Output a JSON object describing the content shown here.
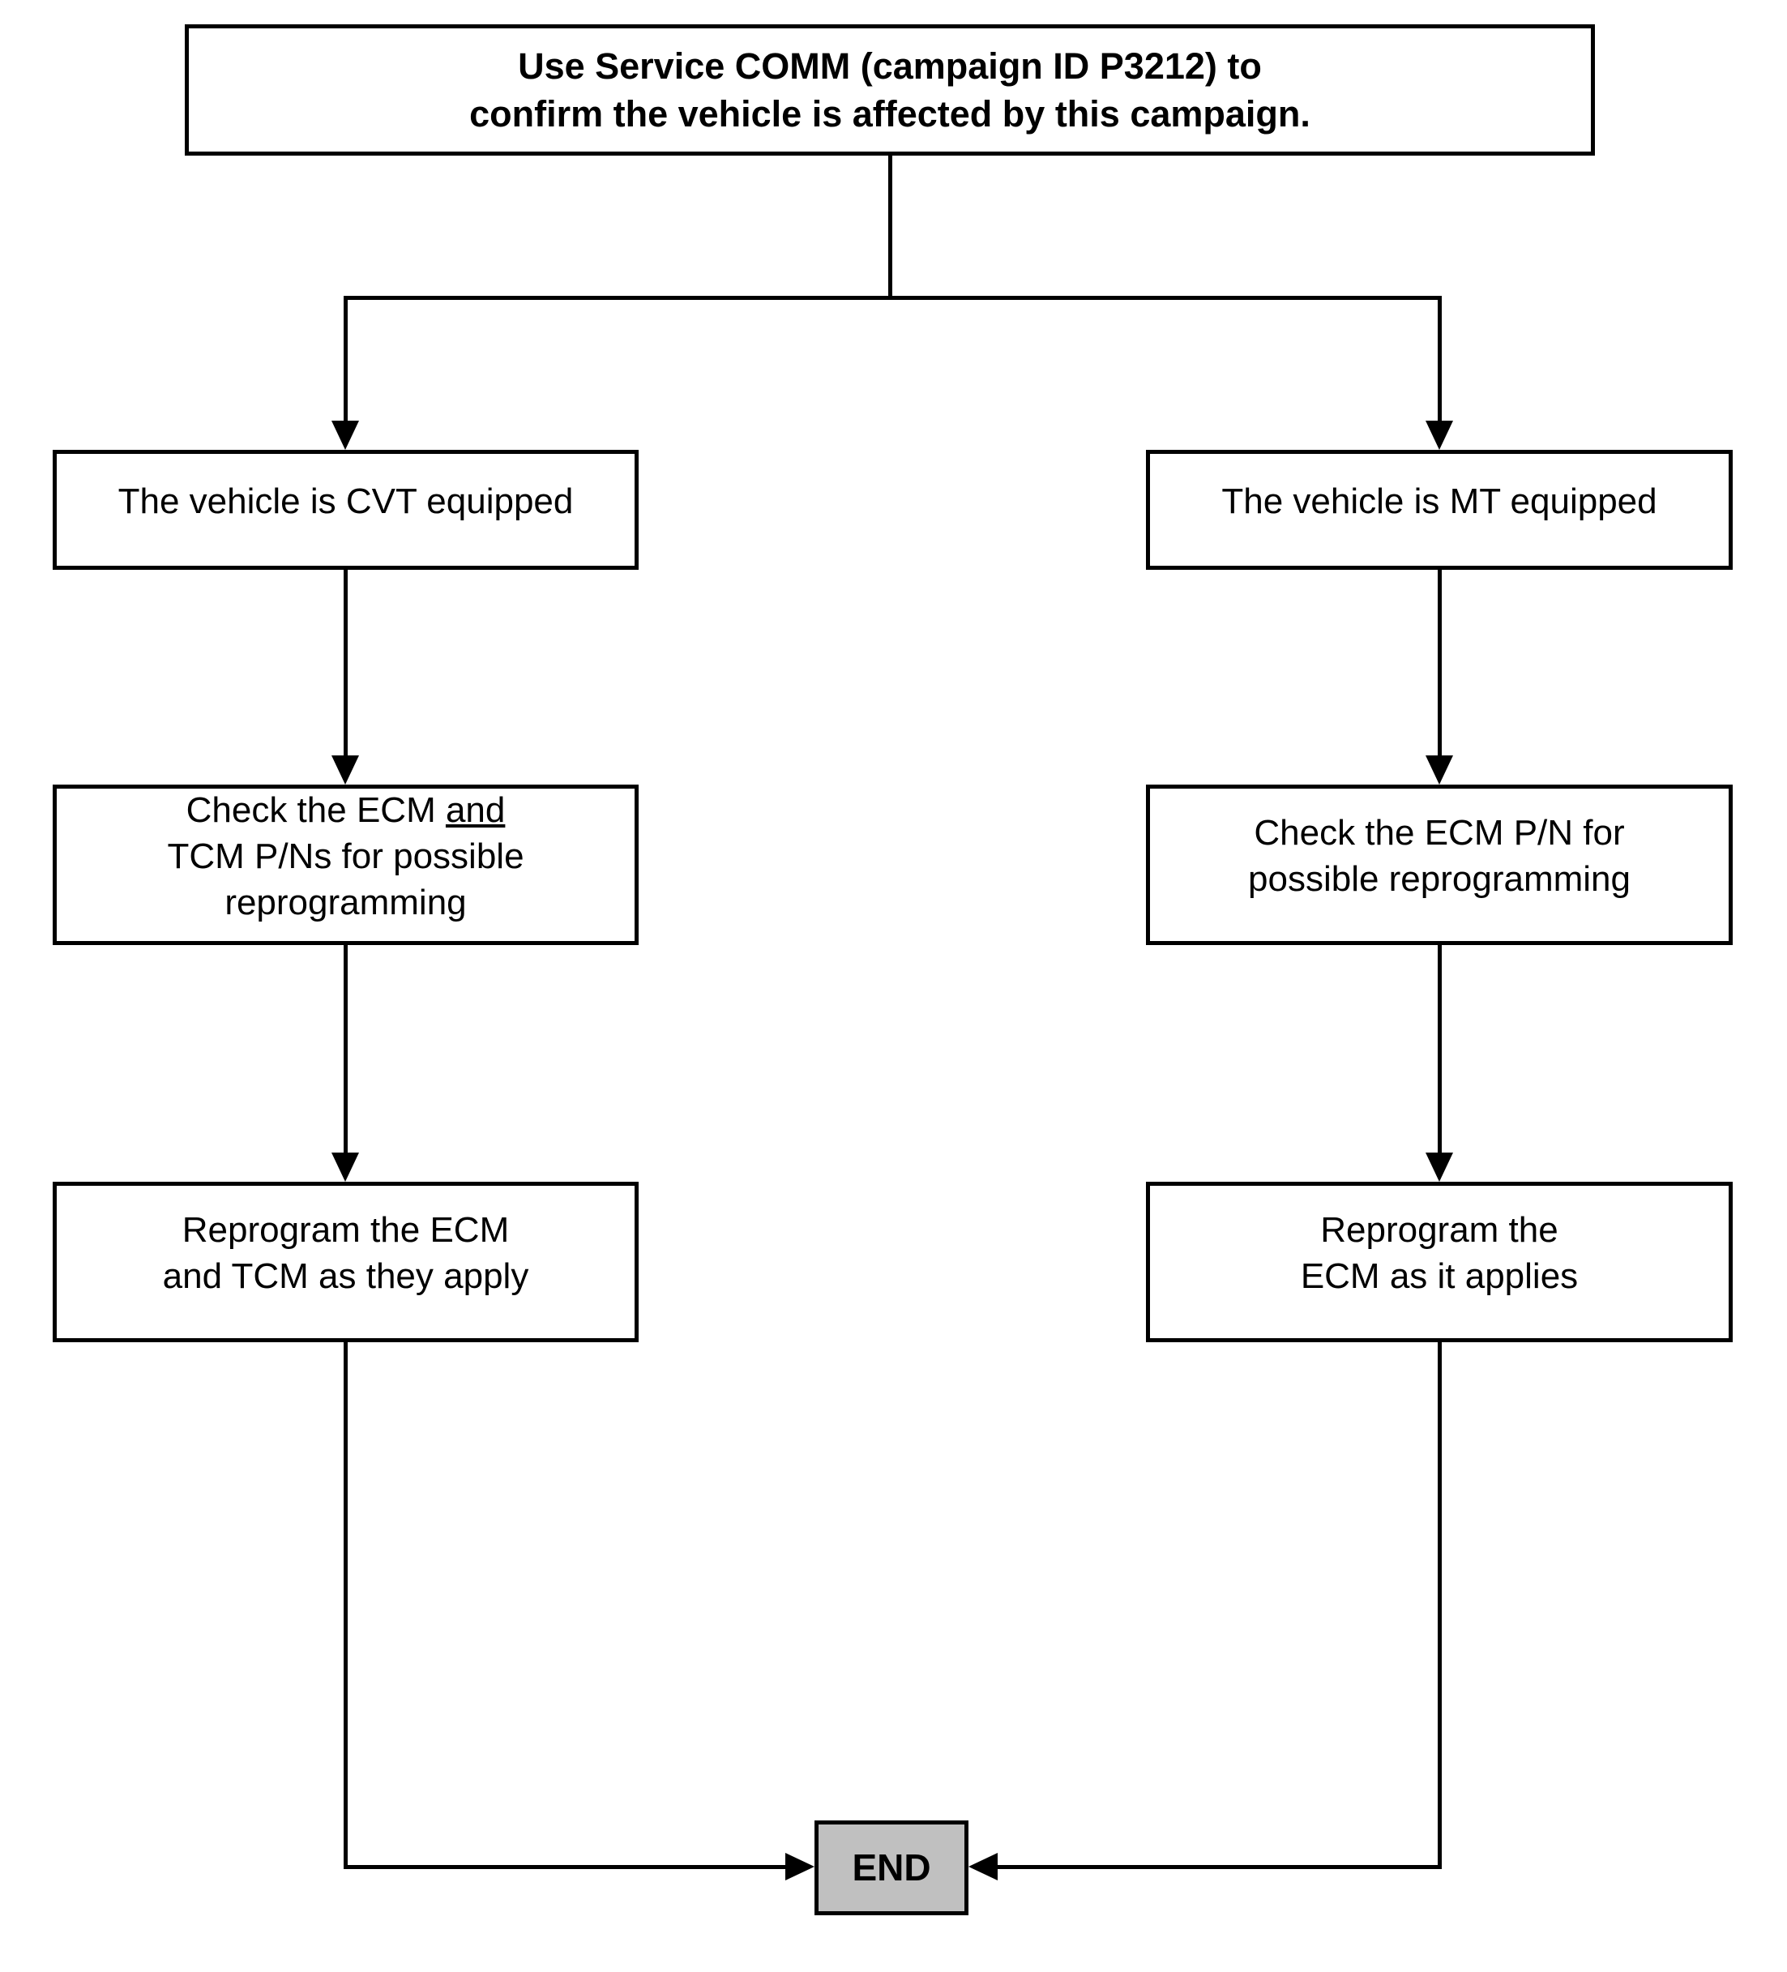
{
  "colors": {
    "line": "#000000",
    "box_fill": "#ffffff",
    "end_fill": "#c0c0c0",
    "text": "#000000"
  },
  "flowchart": {
    "start": {
      "lines": [
        "Use Service COMM (campaign ID P3212) to",
        "confirm the vehicle is affected by this campaign."
      ]
    },
    "cvt_branch": {
      "step1": "The vehicle is CVT equipped",
      "step2": {
        "line1_before": "Check the ECM ",
        "line1_underlined": "and",
        "line2": "TCM P/Ns for possible",
        "line3": "reprogramming"
      },
      "step3": {
        "lines": [
          "Reprogram the ECM",
          "and TCM as they apply"
        ]
      }
    },
    "mt_branch": {
      "step1": "The vehicle is MT equipped",
      "step2": {
        "lines": [
          "Check the ECM P/N for",
          "possible reprogramming"
        ]
      },
      "step3": {
        "lines": [
          "Reprogram the",
          "ECM as it applies"
        ]
      }
    },
    "end": {
      "label": "END"
    }
  }
}
